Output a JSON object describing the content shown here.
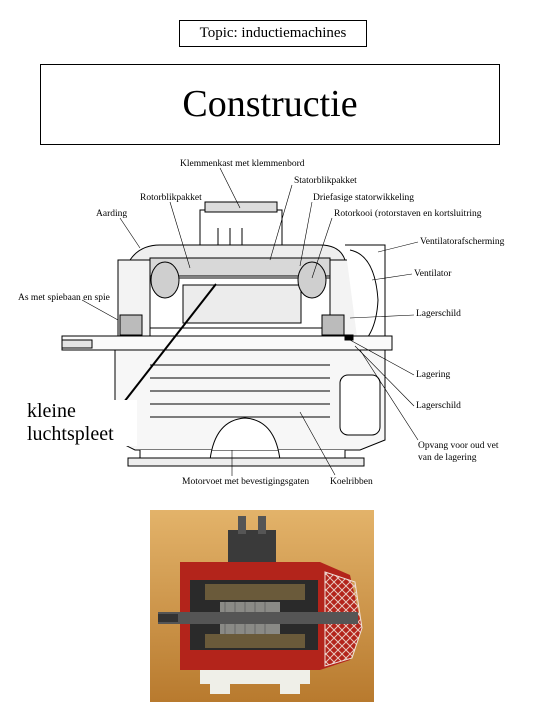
{
  "header": {
    "topic": "Topic: inductiemachines"
  },
  "title": "Constructie",
  "diagram": {
    "labels": {
      "klemmenkast": "Klemmenkast met klemmenbord",
      "statorblikpakket": "Statorblikpakket",
      "rotorblikpakket": "Rotorblikpakket",
      "statorwikkeling": "Driefasige statorwikkeling",
      "aarding": "Aarding",
      "rotorkooi": "Rotorkooi (rotorstaven en kortsluitring",
      "ventilatorafscherming": "Ventilatorafscherming",
      "ventilator": "Ventilator",
      "as": "As met spiebaan en spie",
      "lagerschild_top": "Lagerschild",
      "lagering": "Lagering",
      "lagerschild_bottom": "Lagerschild",
      "opvang_1": "Opvang voor oud vet",
      "opvang_2": "van de lagering",
      "motorvoet": "Motorvoet met bevestigingsgaten",
      "koelribben": "Koelribben"
    },
    "annotation": {
      "line1": "kleine",
      "line2": "luchtspleet"
    }
  },
  "colors": {
    "motor_red": "#b3241b",
    "photo_bg": "#c98a3a",
    "rotor_grey": "#8a8a86"
  }
}
